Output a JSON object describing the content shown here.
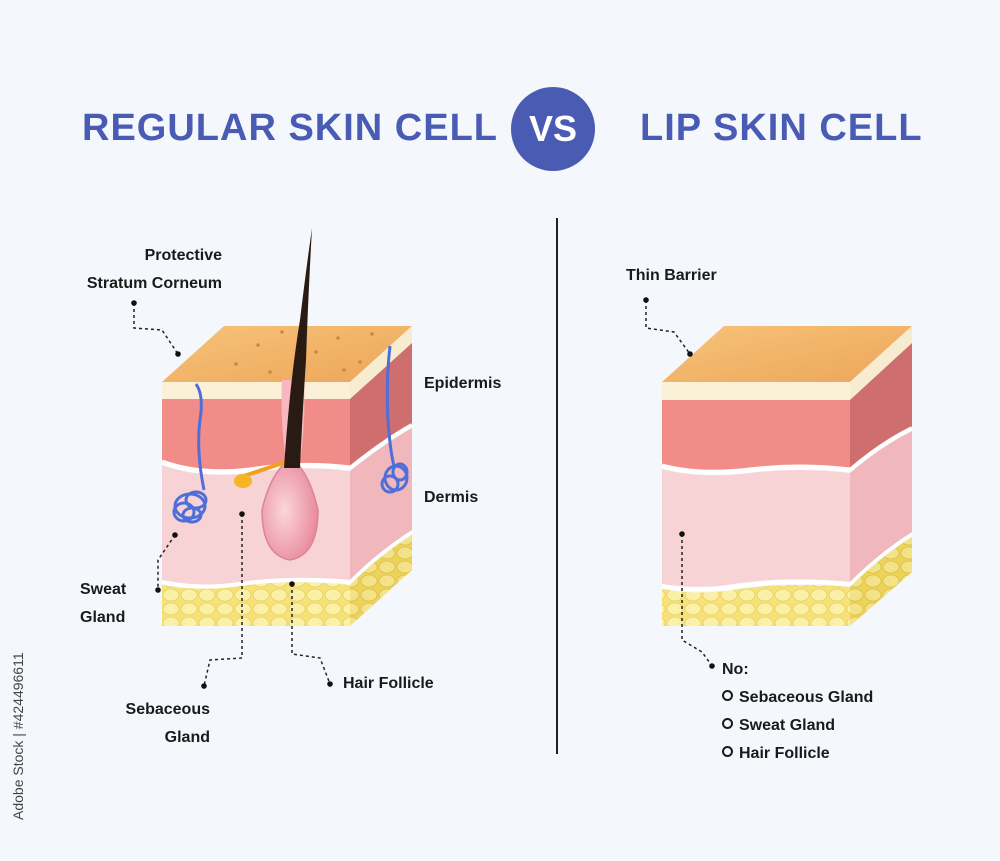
{
  "header": {
    "title_left": "REGULAR SKIN CELL",
    "vs": "VS",
    "title_right": "LIP SKIN CELL"
  },
  "left": {
    "protective_line1": "Protective",
    "protective_line2": "Stratum Corneum",
    "epidermis": "Epidermis",
    "dermis": "Dermis",
    "sweat_line1": "Sweat",
    "sweat_line2": "Gland",
    "sebaceous_line1": "Sebaceous",
    "sebaceous_line2": "Gland",
    "hair_follicle": "Hair Follicle"
  },
  "right": {
    "thin_barrier": "Thin Barrier",
    "no_label": "No:",
    "no_items": [
      "Sebaceous Gland",
      "Sweat Gland",
      "Hair Follicle"
    ]
  },
  "watermark": "Adobe Stock | #424496611",
  "colors": {
    "title_blue": "#4a5bb4",
    "stratum_top": "#f2b265",
    "epidermis": "#f28c88",
    "dermis": "#f8d2d4",
    "fat": "#f7e98a"
  }
}
